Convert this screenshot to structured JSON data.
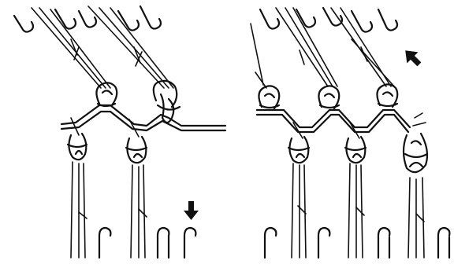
{
  "figure": {
    "panels": [
      {
        "id": "left",
        "arrow": "down-arrow"
      },
      {
        "id": "right",
        "arrow": "up-left-arrow"
      }
    ],
    "colors": {
      "ink": "#111111",
      "background": "#ffffff"
    }
  }
}
